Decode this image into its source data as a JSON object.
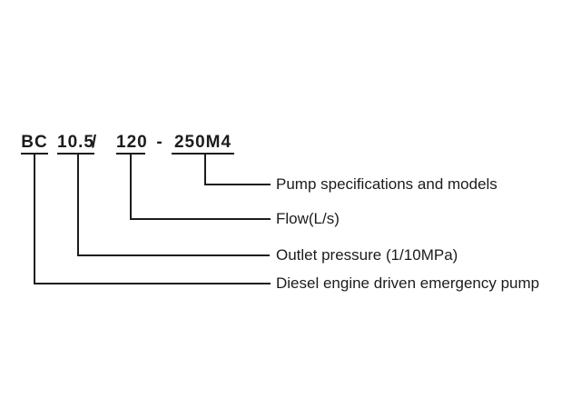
{
  "diagram": {
    "title_semantic": "pump-model-designation",
    "model_code": {
      "series": "BC",
      "outlet_pressure_value": "10.5",
      "slash_separator": "/",
      "flow_value": "120",
      "dash_separator": "-",
      "spec_model_value": "250M4"
    },
    "labels": {
      "spec_model": "Pump specifications and models",
      "flow": "Flow(L/s)",
      "outlet_pressure": "Outlet pressure (1/10MPa)",
      "series": "Diesel engine driven emergency pump"
    },
    "colors": {
      "line": "#1c1c1c",
      "text": "#1c1c1c",
      "background": "#ffffff"
    }
  }
}
